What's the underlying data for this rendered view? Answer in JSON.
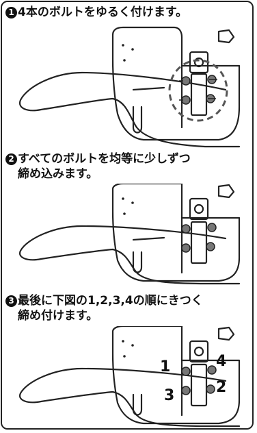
{
  "steps": [
    {
      "number": "1",
      "line1": "4本のボルトをゆるく付けます。",
      "line2": ""
    },
    {
      "number": "2",
      "line1": "すべてのボルトを均等に少しずつ",
      "line2": "締め込みます。"
    },
    {
      "number": "3",
      "line1": "最後に下図の1,2,3,4の順にきつく",
      "line2": "締め付けます。"
    }
  ],
  "bolt_order_labels": {
    "label_1": "1",
    "label_2": "2",
    "label_3": "3",
    "label_4": "4"
  },
  "colors": {
    "outline": "#222222",
    "bolt": "#555555",
    "highlight_dash": "#555555"
  }
}
